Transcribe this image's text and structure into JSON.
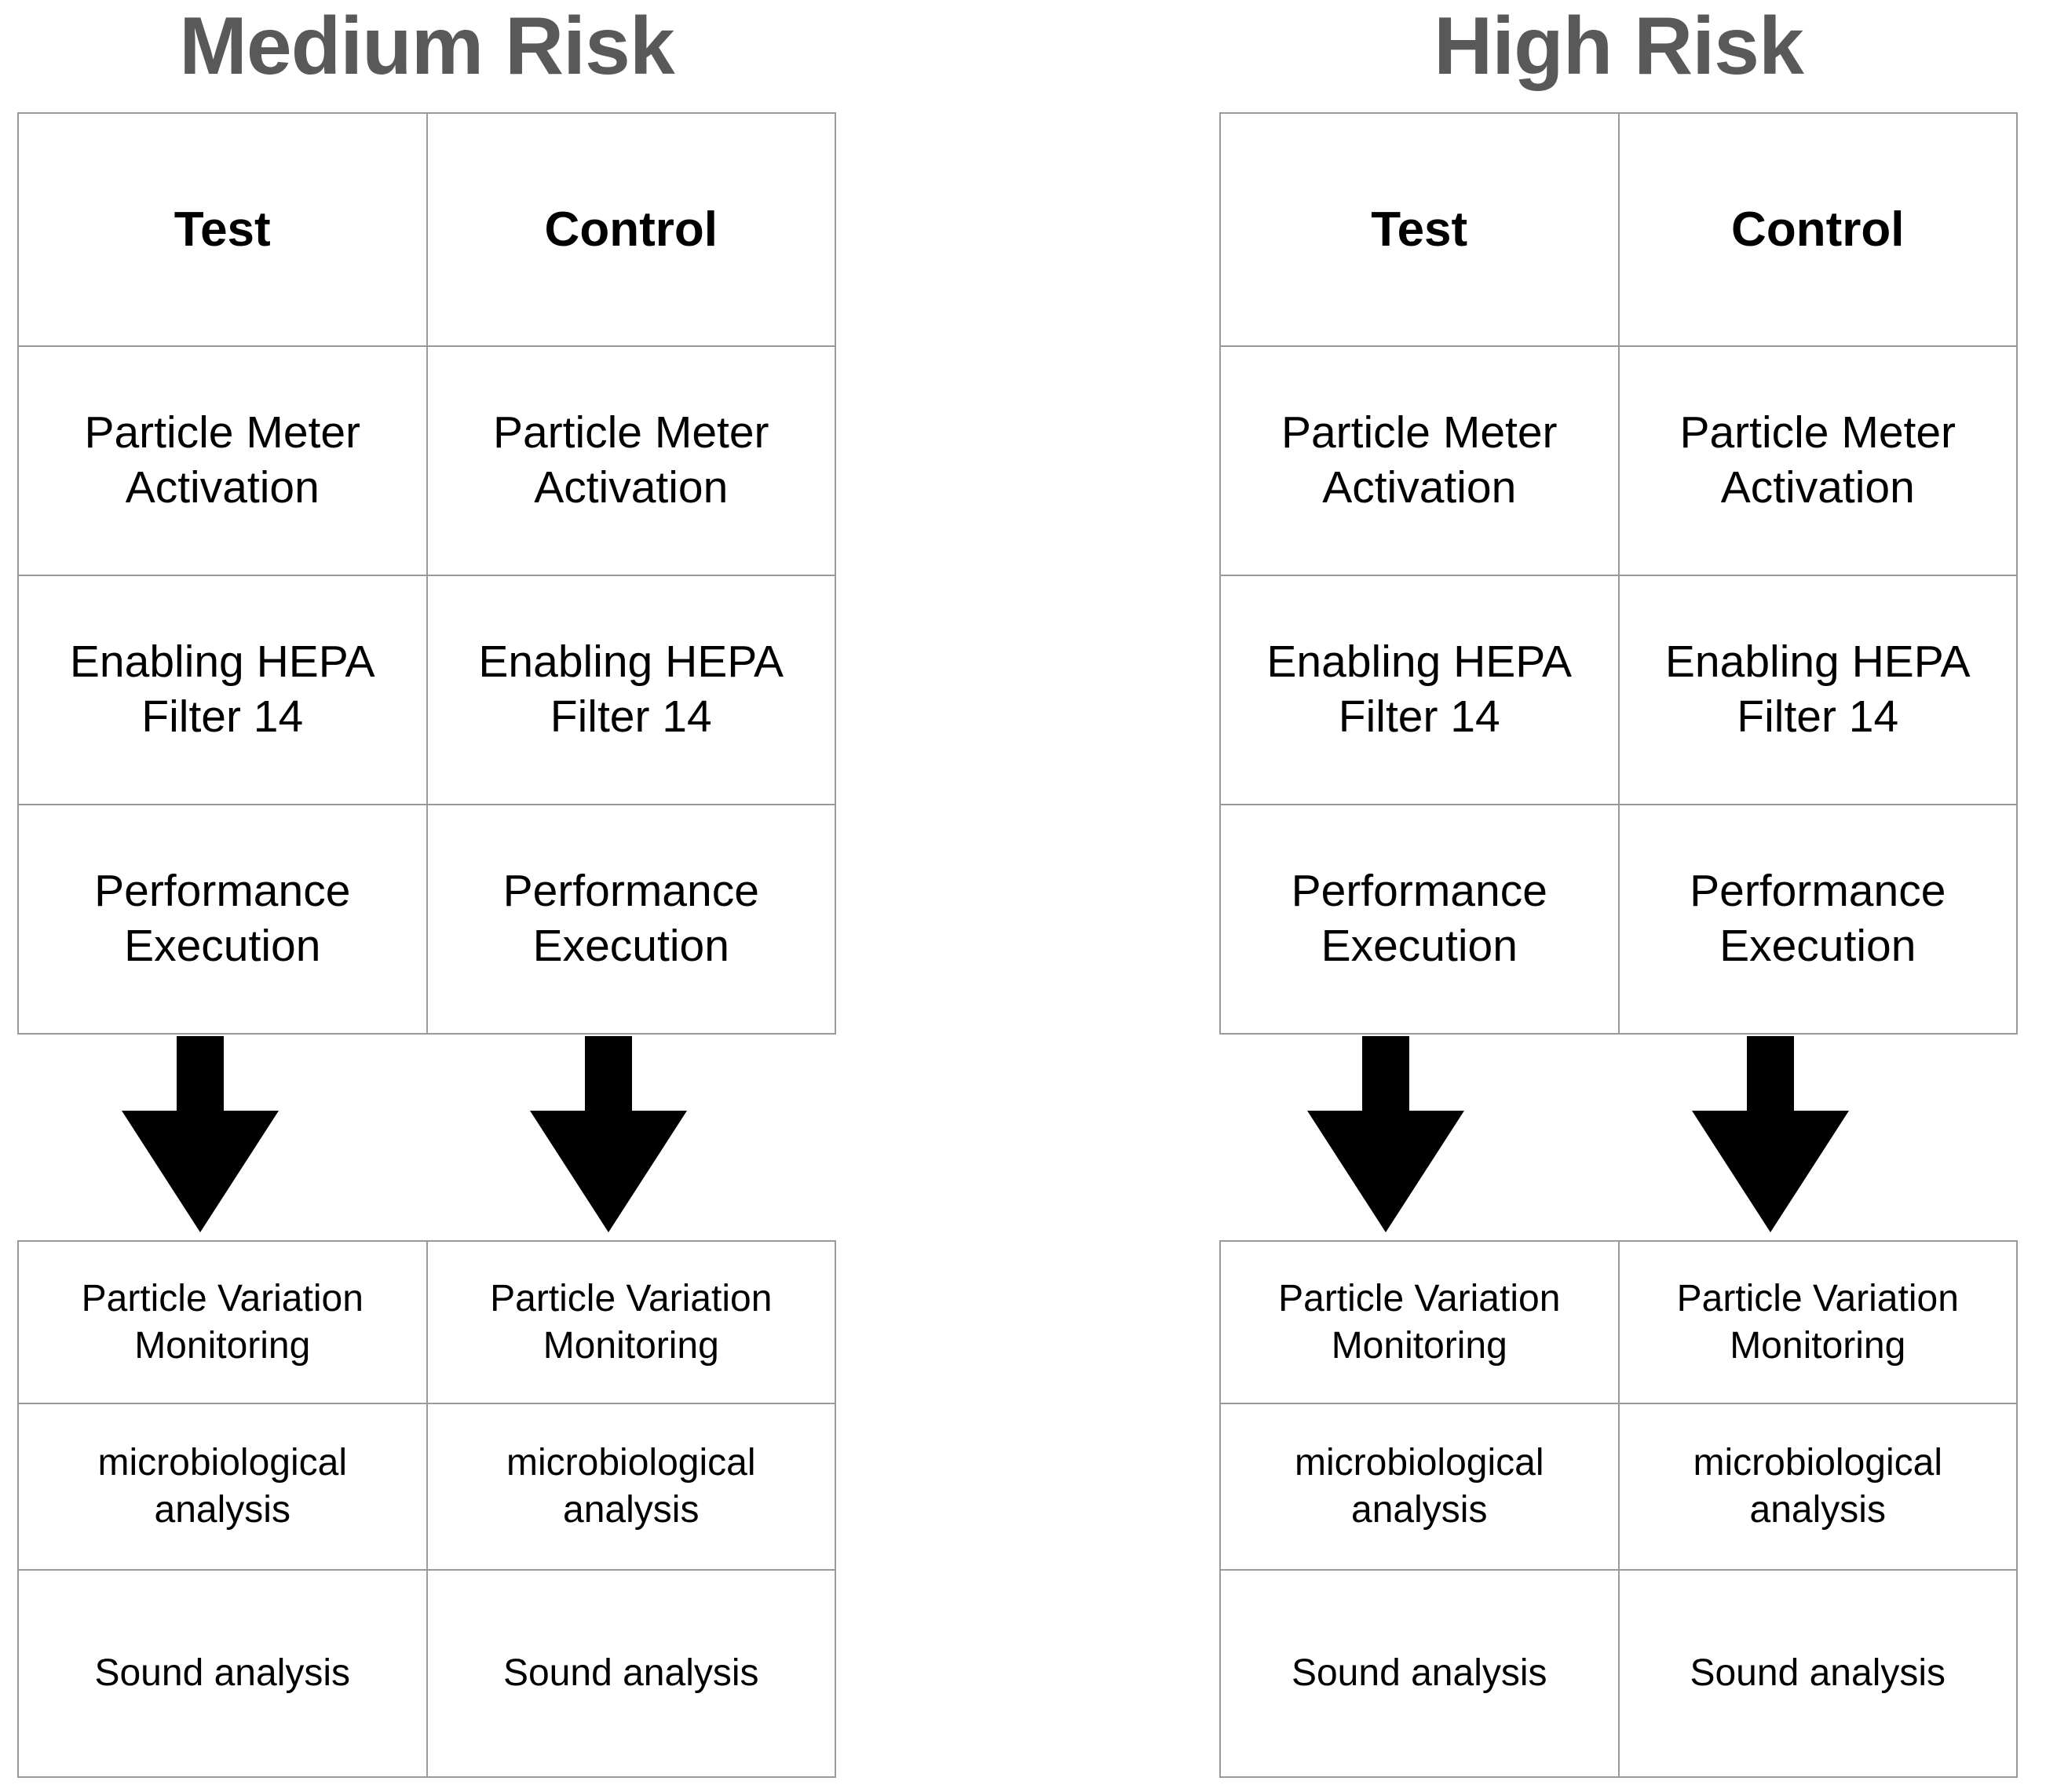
{
  "diagram": {
    "type": "two-column-process-flow",
    "arrow_icon": "down-arrow-icon",
    "colors": {
      "title": "#595959",
      "border": "#9a9a9a",
      "text": "#000000",
      "arrow": "#000000",
      "background": "#ffffff"
    }
  },
  "panels": [
    {
      "id": "medium-risk",
      "title": "Medium Risk",
      "upper_table": {
        "headers": [
          "Test",
          "Control"
        ],
        "rows": [
          [
            "Particle Meter Activation",
            "Particle Meter Activation"
          ],
          [
            "Enabling HEPA Filter 14",
            "Enabling HEPA Filter 14"
          ],
          [
            "Performance Execution",
            "Performance Execution"
          ]
        ]
      },
      "arrows": [
        "down-arrow-icon",
        "down-arrow-icon"
      ],
      "lower_table": {
        "rows": [
          [
            "Particle Variation Monitoring",
            "Particle Variation Monitoring"
          ],
          [
            "microbiological analysis",
            "microbiological analysis"
          ],
          [
            "Sound analysis",
            "Sound analysis"
          ]
        ]
      }
    },
    {
      "id": "high-risk",
      "title": "High Risk",
      "upper_table": {
        "headers": [
          "Test",
          "Control"
        ],
        "rows": [
          [
            "Particle Meter Activation",
            "Particle Meter Activation"
          ],
          [
            "Enabling HEPA Filter 14",
            "Enabling HEPA Filter 14"
          ],
          [
            "Performance Execution",
            "Performance Execution"
          ]
        ]
      },
      "arrows": [
        "down-arrow-icon",
        "down-arrow-icon"
      ],
      "lower_table": {
        "rows": [
          [
            "Particle Variation Monitoring",
            "Particle Variation Monitoring"
          ],
          [
            "microbiological analysis",
            "microbiological analysis"
          ],
          [
            "Sound analysis",
            "Sound analysis"
          ]
        ]
      }
    }
  ]
}
